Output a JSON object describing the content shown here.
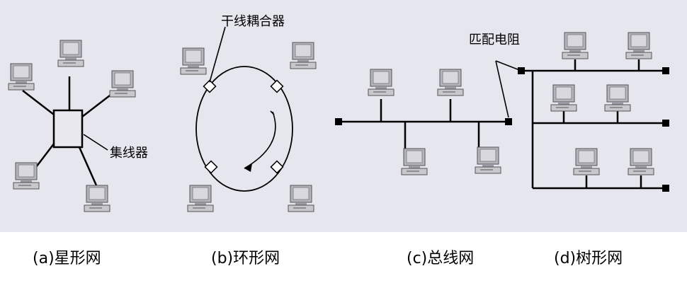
{
  "labels": {
    "hub": "集线器",
    "trunk_coupler": "干线耦合器",
    "terminator": "匹配电阻"
  },
  "captions": {
    "star": "(a)星形网",
    "ring": "(b)环形网",
    "bus": "(c)总线网",
    "tree": "(d)树形网"
  },
  "colors": {
    "panel_bg": "#e6e6ee",
    "computer_body": "#c8c8c8",
    "computer_screen": "#b0b0b8",
    "line": "#000000"
  }
}
